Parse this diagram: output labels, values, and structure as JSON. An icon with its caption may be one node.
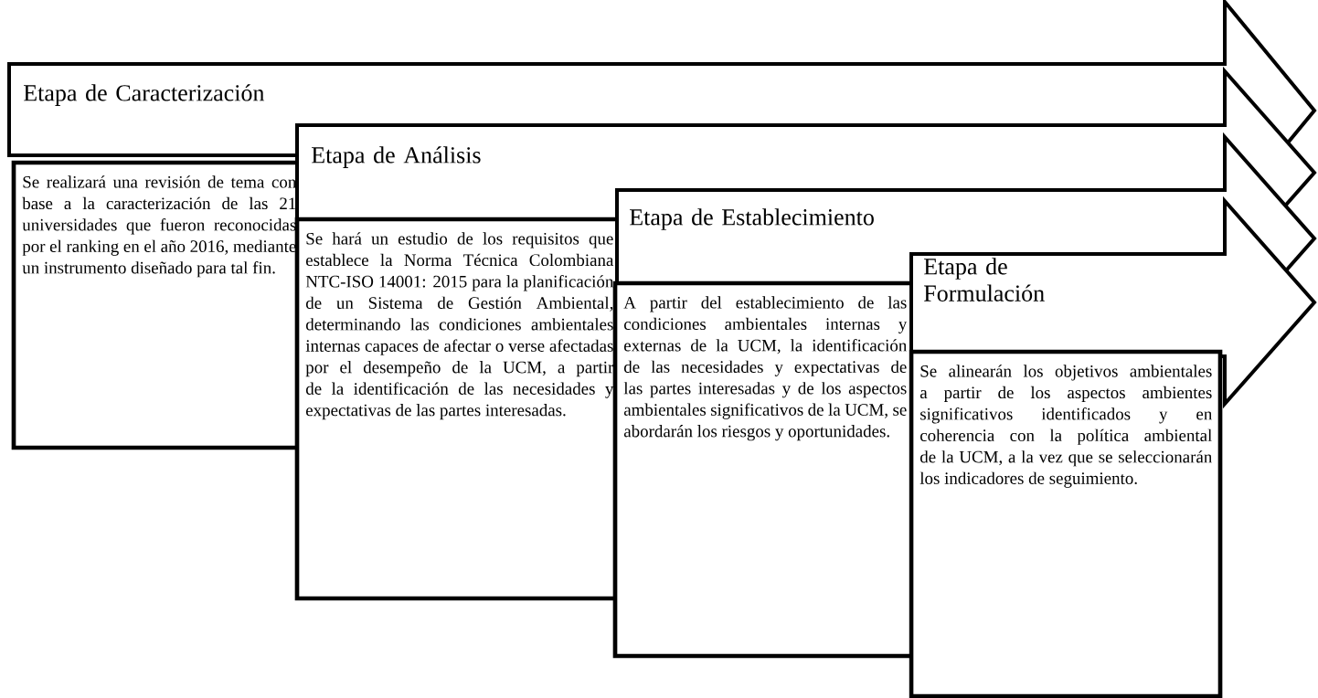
{
  "diagram": {
    "nodes": [
      {
        "text": [
          "Etapa de Caracterización"
        ]
      },
      {
        "text": [
          "Se realizará una revisión de tema con base a la caracterización de las 21 universidades que fueron reconocidas por el ranking en el año 2016, mediante un instrumento diseñado para tal fin."
        ]
      },
      {
        "text": [
          "Etapa de Análisis"
        ]
      },
      {
        "text": [
          "Se hará un estudio de los requisitos que establece la Norma Técnica Colombiana NTC-ISO 14001: 2015 para la planificación de un Sistema de Gestión Ambiental, determinando las condiciones ambientales internas capaces de afectar o verse afectadas por el desempeño de la UCM, a partir de la identificación de las necesidades y expectativas de las partes interesadas."
        ]
      },
      {
        "text": [
          "Etapa de Establecimiento"
        ]
      },
      {
        "text": [
          "A partir del establecimiento de las condiciones ambientales internas y externas de la UCM, la identificación de las necesidades y expectativas de las partes interesadas y de los aspectos ambientales significativos de la UCM, se abordarán los riesgos y oportunidades."
        ]
      },
      {
        "text": [
          "Etapa de Formulación"
        ]
      },
      {
        "text": [
          "Se alinearán los objetivos ambientales a partir de los aspectos ambientes significativos identificados y en coherencia con la política ambiental de la UCM, a la vez que se seleccionarán los indicadores de seguimiento."
        ]
      }
    ]
  }
}
